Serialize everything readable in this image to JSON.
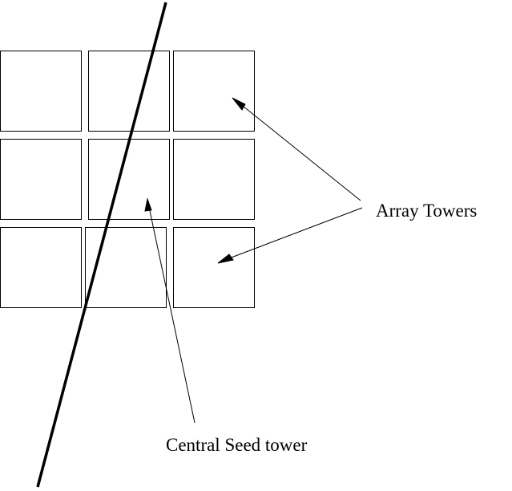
{
  "labels": {
    "array_towers": "Array Towers",
    "central_seed_tower": "Central Seed tower"
  },
  "grid": {
    "rows": 3,
    "cols": 3
  },
  "colors": {
    "stroke": "#000000",
    "background": "#ffffff"
  }
}
